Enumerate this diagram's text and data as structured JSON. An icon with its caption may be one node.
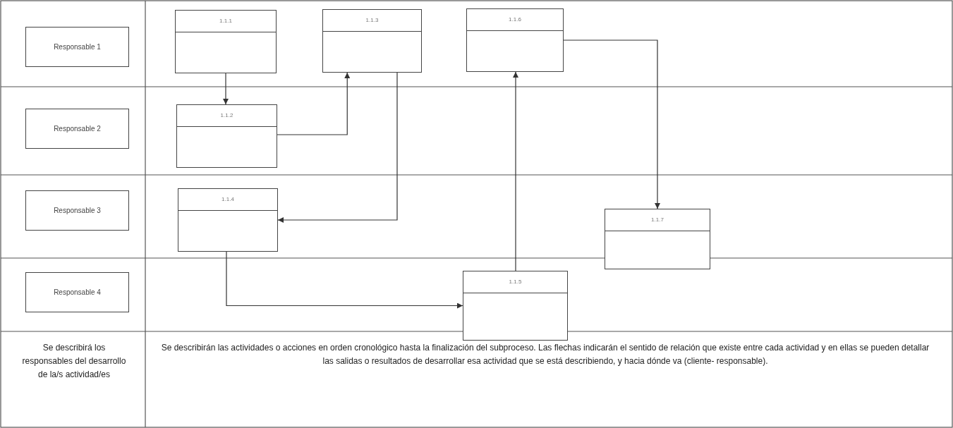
{
  "diagram": {
    "nodes": [
      {
        "text": [
          "Responsable 1"
        ]
      },
      {
        "text": [
          "Responsable 2"
        ]
      },
      {
        "text": [
          "Responsable 3"
        ]
      },
      {
        "text": [
          "Responsable 4"
        ]
      },
      {
        "text": [
          "1.1.1"
        ]
      },
      {
        "text": [
          "1.1.3"
        ]
      },
      {
        "text": [
          "1.1.6"
        ]
      },
      {
        "text": [
          "1.1.2"
        ]
      },
      {
        "text": [
          "1.1.4"
        ]
      },
      {
        "text": [
          "1.1.7"
        ]
      },
      {
        "text": [
          "1.1.5"
        ]
      }
    ],
    "edges": [
      {
        "from": 4,
        "to": 7,
        "arrow": "to"
      },
      {
        "from": 7,
        "to": 5,
        "arrow": "to"
      },
      {
        "from": 5,
        "to": 8,
        "arrow": "to"
      },
      {
        "from": 8,
        "to": 10,
        "arrow": "to"
      },
      {
        "from": 10,
        "to": 6,
        "arrow": "to"
      },
      {
        "from": 6,
        "to": 9,
        "arrow": "to"
      }
    ],
    "labels": [
      "Se describirá los responsables del desarrollo de la/s actividad/es",
      "Se describirán las actividades o acciones en orden cronológico hasta la finalización del subproceso. Las flechas indicarán el sentido de relación que existe entre cada actividad y en ellas se pueden detallar las salidas o resultados de desarrollar esa actividad que se está describiendo, y hacia dónde va (cliente- responsable)."
    ]
  }
}
